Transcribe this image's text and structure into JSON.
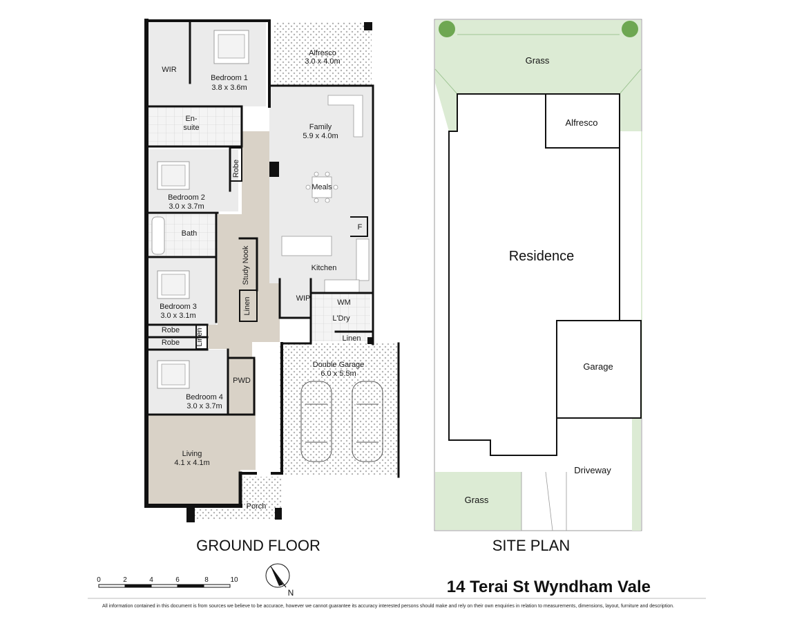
{
  "ground_floor": {
    "title": "GROUND FLOOR",
    "rooms": {
      "wir": "WIR",
      "bedroom1": {
        "name": "Bedroom 1",
        "size": "3.8 x 3.6m"
      },
      "alfresco": {
        "name": "Alfresco",
        "size": "3.0 x 4.0m"
      },
      "ensuite": {
        "line1": "En-",
        "line2": "suite"
      },
      "family": {
        "name": "Family",
        "size": "5.9 x 4.0m"
      },
      "bedroom2": {
        "name": "Bedroom 2",
        "size": "3.0 x 3.7m"
      },
      "robe": "Robe",
      "meals": "Meals",
      "fridge": "F",
      "bath": "Bath",
      "study_nook": "Study Nook",
      "kitchen": "Kitchen",
      "bedroom3": {
        "name": "Bedroom 3",
        "size": "3.0 x 3.1m"
      },
      "wip": "WIP",
      "wm": "WM",
      "linen": "Linen",
      "laundry": "L'Dry",
      "robe_a": "Robe",
      "robe_b": "Robe",
      "linen2": "Linen",
      "linen3": "Linen",
      "double_garage": {
        "name": "Double Garage",
        "size": "6.0 x 5.5m"
      },
      "pwd": "PWD",
      "bedroom4": {
        "name": "Bedroom 4",
        "size": "3.0 x 3.7m"
      },
      "living": {
        "name": "Living",
        "size": "4.1 x 4.1m"
      },
      "porch": "Porch"
    }
  },
  "site_plan": {
    "title": "SITE PLAN",
    "labels": {
      "grass_top": "Grass",
      "alfresco": "Alfresco",
      "residence": "Residence",
      "garage": "Garage",
      "driveway": "Driveway",
      "grass_bottom": "Grass"
    }
  },
  "scale_bar": {
    "ticks": [
      "0",
      "2",
      "4",
      "6",
      "8",
      "10"
    ]
  },
  "compass": {
    "label": "N"
  },
  "address": "14 Terai St Wyndham Vale",
  "disclaimer": "All information contained in this document is from sources we believe to be accurace, however we cannot guarantee its accuracy interested persons should make and rely on their own enquiries in relation to measurements, dimensions, layout, furniture and description.",
  "colors": {
    "wall": "#111111",
    "hall": "#d9d2c7",
    "room": "#ebebeb",
    "grass": "#dcebd4",
    "alfresco_dot": "#b9b9b9"
  }
}
